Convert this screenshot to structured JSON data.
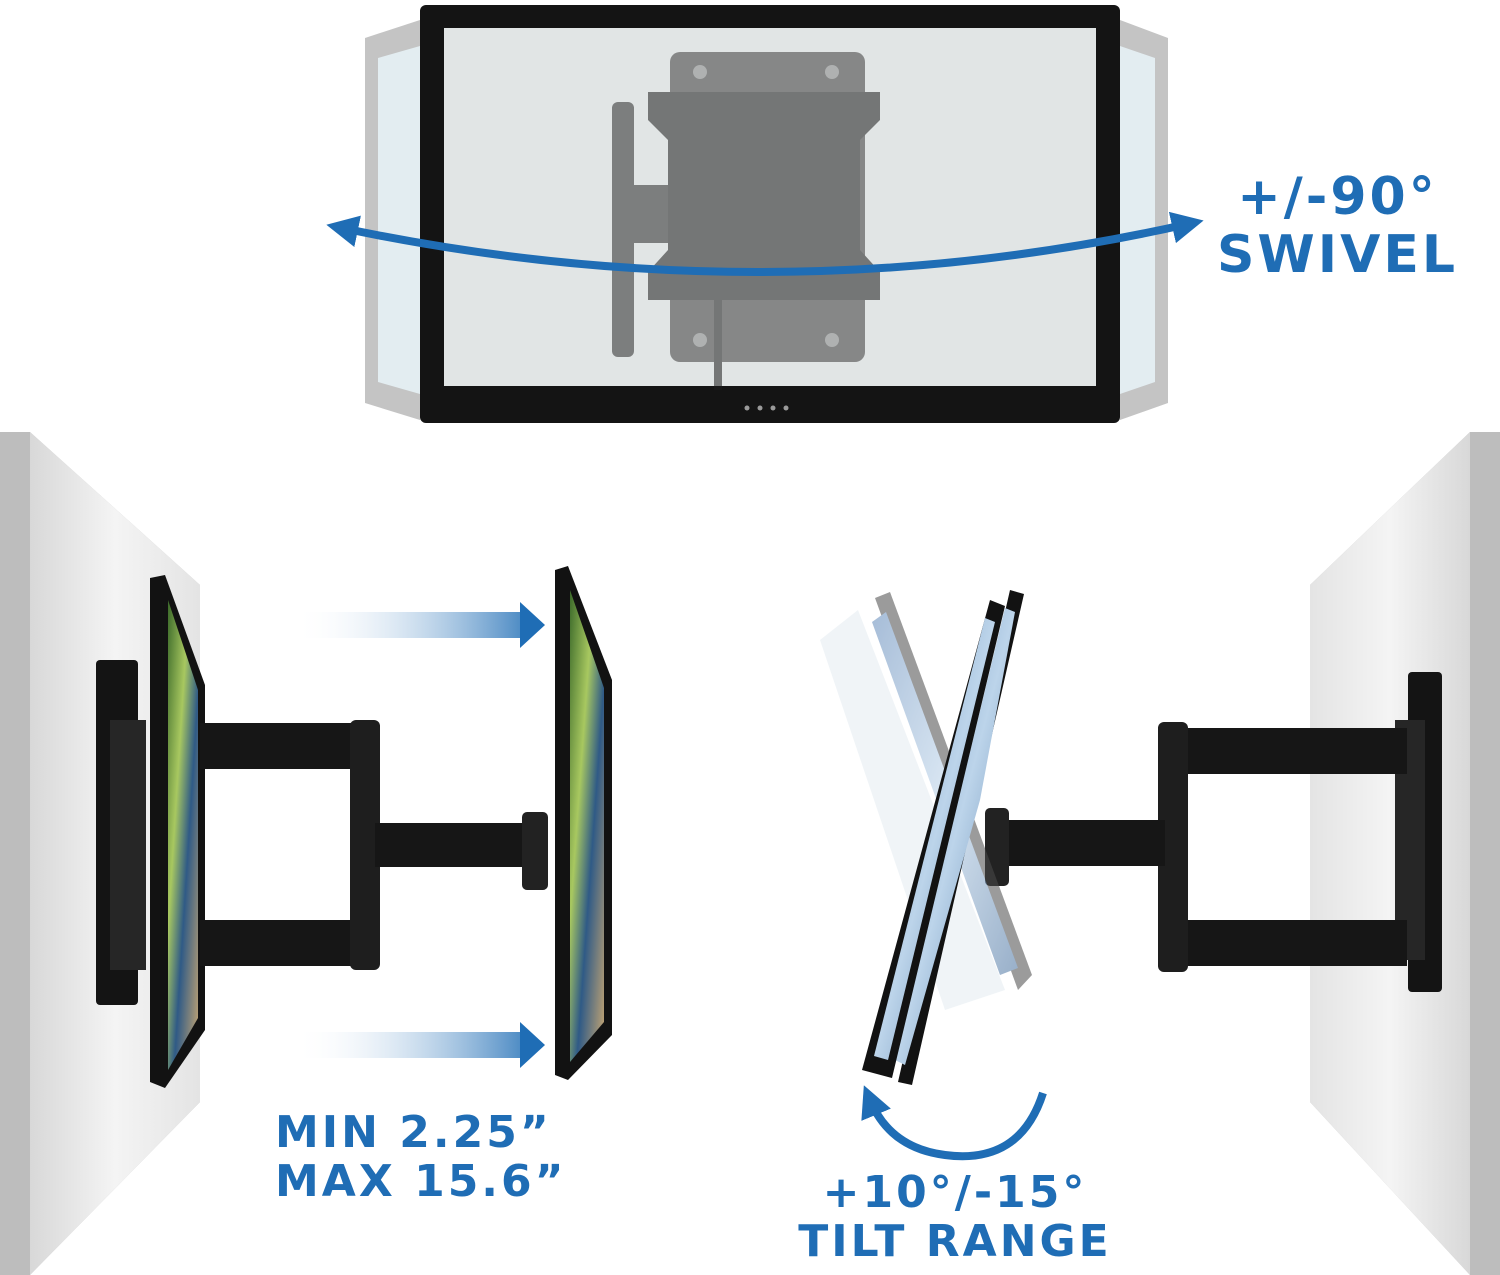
{
  "colors": {
    "accent": "#1f6db5",
    "mount_black": "#141414",
    "wall_light": "#f2f2f2",
    "wall_shade": "#c9c9c9",
    "screen_ghost": "#e6edf0"
  },
  "swivel_callout": {
    "value": "+/-90°",
    "label": "SWIVEL"
  },
  "extension_callout": {
    "min": "MIN 2.25”",
    "max": "MAX 15.6”"
  },
  "tilt_callout": {
    "value": "+10°/-15°",
    "label": "TILT RANGE"
  }
}
